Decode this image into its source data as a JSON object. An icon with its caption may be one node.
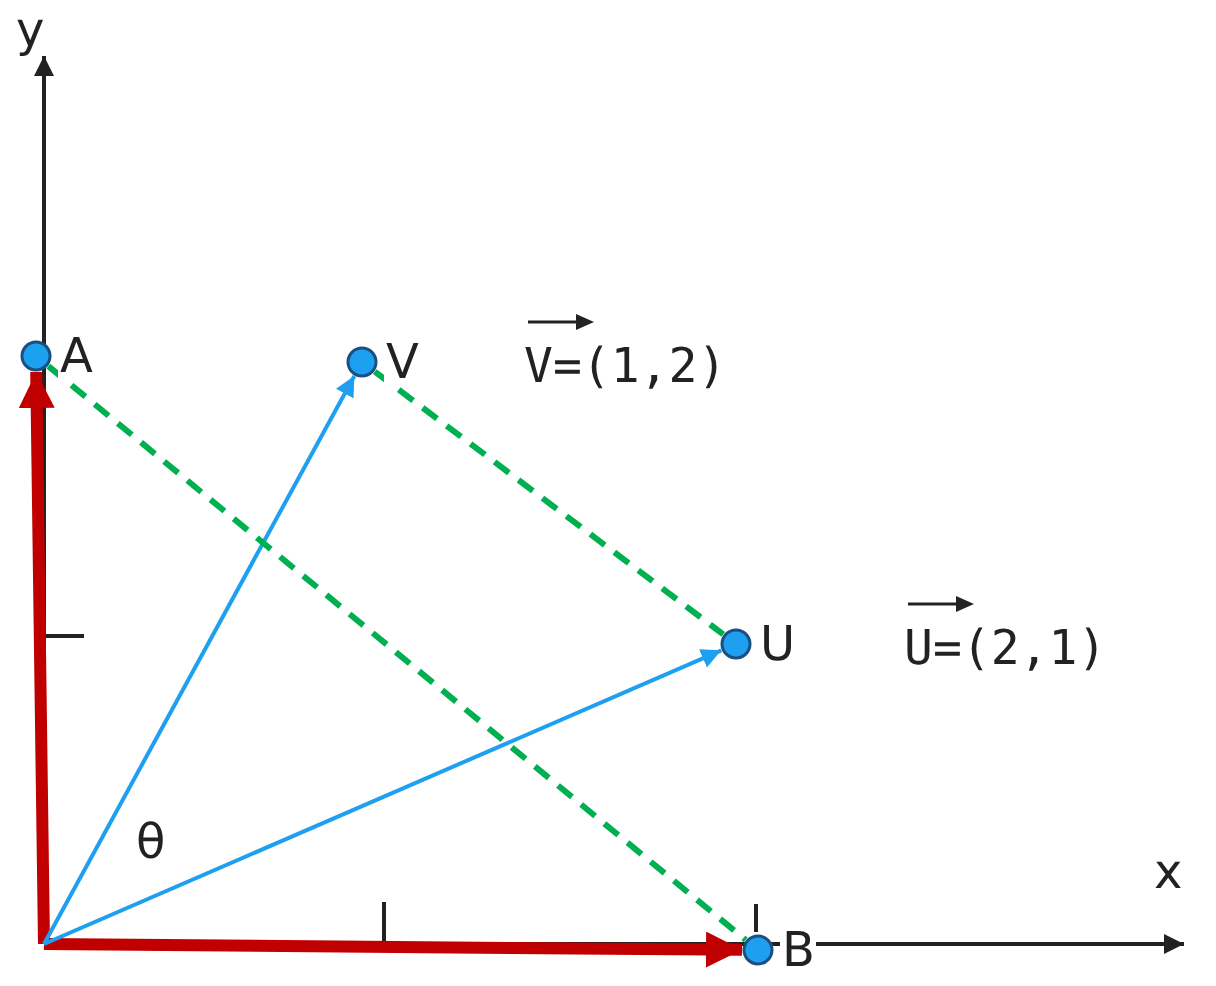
{
  "diagram": {
    "nodes": [
      {
        "text": [
          "A"
        ]
      },
      {
        "text": [
          "V"
        ]
      },
      {
        "text": [
          "U"
        ]
      },
      {
        "text": [
          "B"
        ]
      }
    ],
    "edges": [
      {
        "from": null,
        "to": 0,
        "arrow": "to",
        "style": "thick",
        "color": "#c00000"
      },
      {
        "from": null,
        "to": 3,
        "arrow": "to",
        "style": "thick",
        "color": "#c00000"
      },
      {
        "from": null,
        "to": 1,
        "arrow": "to",
        "color": "#1e9ff0"
      },
      {
        "from": null,
        "to": 2,
        "arrow": "to",
        "color": "#1e9ff0"
      },
      {
        "from": 0,
        "to": 3,
        "arrow": "none",
        "style": "dashed",
        "color": "#00b050"
      },
      {
        "from": 1,
        "to": 2,
        "arrow": "none",
        "style": "dashed",
        "color": "#00b050"
      }
    ],
    "labels": [
      "y",
      "V=(1,2)",
      "U=(2,1)",
      "θ",
      "x"
    ]
  }
}
